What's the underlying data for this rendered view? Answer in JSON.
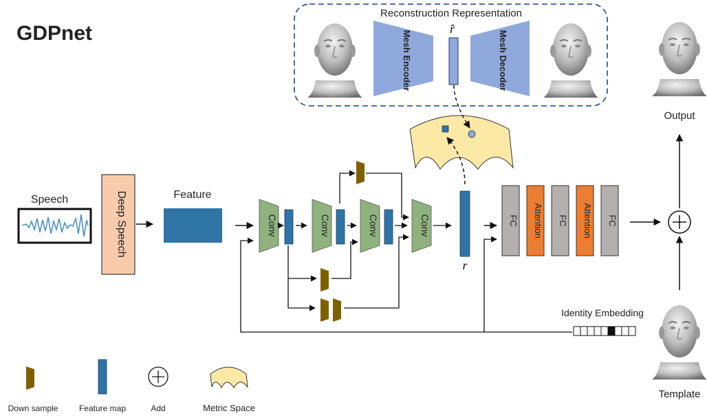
{
  "title": "GDPnet",
  "reconstruction": {
    "title": "Reconstruction Representation",
    "encoder_label": "Mesh Encoder",
    "decoder_label": "Mesh Decoder",
    "latent_symbol": "r̂"
  },
  "speech_label": "Speech",
  "deep_speech_label": "Deep Speech",
  "feature_label": "Feature",
  "conv_label": "Conv",
  "r_symbol": "r",
  "fc_label": "FC",
  "attention_label": "Attention",
  "output_label": "Output",
  "template_label": "Template",
  "identity_embedding_label": "Identity Embedding",
  "legend": {
    "downsample": "Down sample",
    "feature_map": "Feature map",
    "add": "Add",
    "metric_space": "Metric Space"
  },
  "colors": {
    "feature_blue": "#2e75a6",
    "conv_green": "#8fb27e",
    "deep_speech": "#f8cbad",
    "downsample": "#7f6000",
    "fc_gray": "#b4b0b0",
    "attention": "#ed7d31",
    "mesh_blue": "#8fa9dc",
    "metric_yellow": "#fde9a6",
    "dashed_border": "#3b5998"
  }
}
